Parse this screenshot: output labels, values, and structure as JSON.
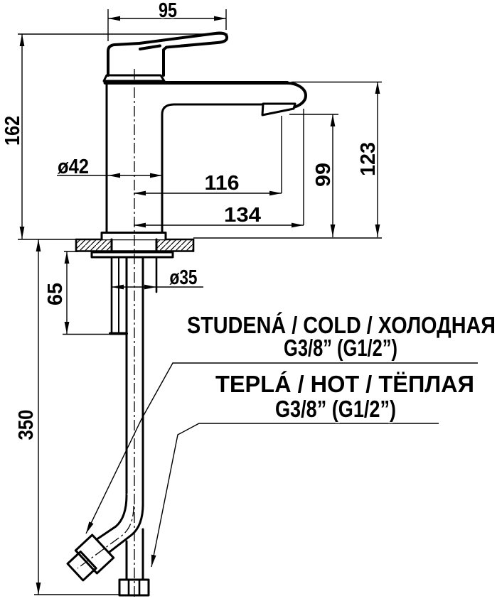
{
  "drawing": {
    "dimensions": {
      "handle_length": "95",
      "total_height": "162",
      "body_diameter": "ø42",
      "spout_reach": "116",
      "overall_reach": "134",
      "outlet_height": "99",
      "spout_top_height": "123",
      "shank_diameter": "ø35",
      "shank_length": "65",
      "hose_length": "350"
    },
    "labels": {
      "cold_title": "STUDENÁ / COLD / ХОЛОДНАЯ",
      "cold_thread": "G3/8” (G1/2”)",
      "hot_title": "TEPLÁ / HOT / ТЁПЛАЯ",
      "hot_thread": "G3/8” (G1/2”)"
    },
    "colors": {
      "line": "#000000",
      "background": "#ffffff"
    }
  }
}
